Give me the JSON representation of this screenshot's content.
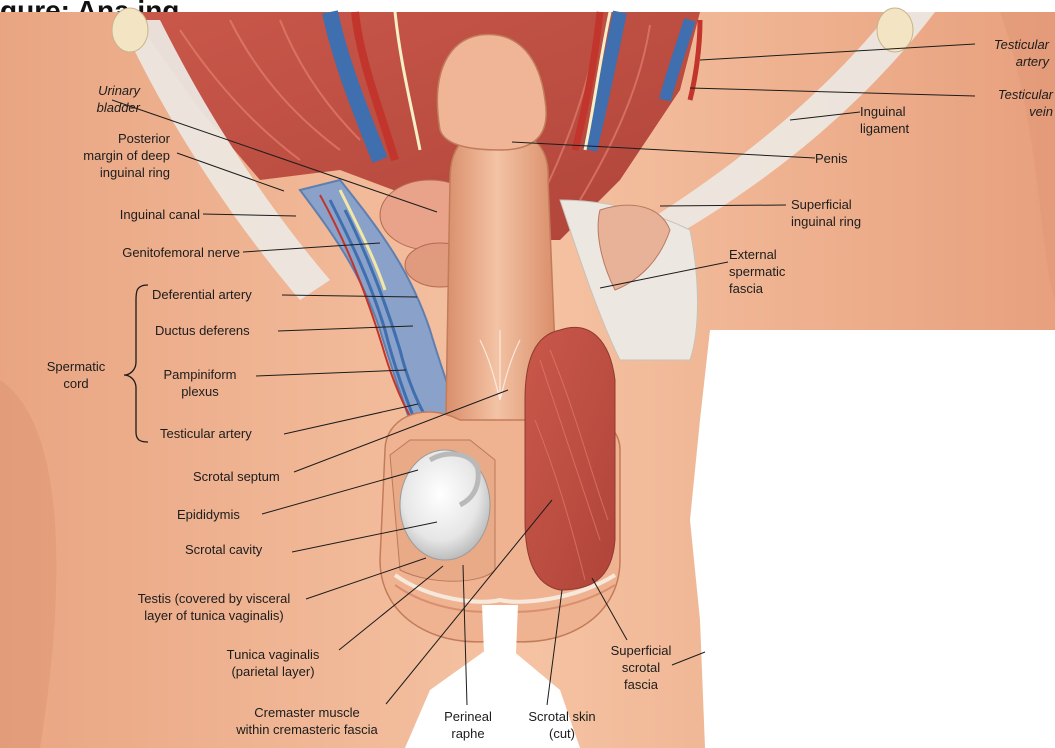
{
  "header": {
    "title_fragment": "gure: Ana ing"
  },
  "labels": {
    "testicular_artery_top": "Testicular\nartery",
    "testicular_vein": "Testicular\nvein",
    "inguinal_ligament": "Inguinal\nligament",
    "penis": "Penis",
    "superficial_inguinal_ring": "Superficial\ninguinal ring",
    "external_spermatic_fascia": "External\nspermatic\nfascia",
    "urinary_bladder": "Urinary\nbladder",
    "posterior_margin": "Posterior\nmargin of deep\ninguinal ring",
    "inguinal_canal": "Inguinal canal",
    "genitofemoral_nerve": "Genitofemoral nerve",
    "deferential_artery": "Deferential artery",
    "ductus_deferens": "Ductus deferens",
    "spermatic_cord": "Spermatic\ncord",
    "pampiniform_plexus": "Pampiniform\nplexus",
    "testicular_artery_cord": "Testicular artery",
    "scrotal_septum": "Scrotal septum",
    "epididymis": "Epididymis",
    "scrotal_cavity": "Scrotal cavity",
    "testis": "Testis (covered by visceral\nlayer of tunica vaginalis)",
    "tunica_vaginalis": "Tunica vaginalis\n(parietal layer)",
    "cremaster_muscle": "Cremaster muscle\nwithin cremasteric fascia",
    "perineal_raphe": "Perineal\nraphe",
    "scrotal_skin": "Scrotal skin\n(cut)",
    "superficial_scrotal_fascia": "Superficial\nscrotal\nfascia"
  },
  "colors": {
    "skin": "#f0b48e",
    "skin_shadow": "#d98a63",
    "muscle": "#c9584a",
    "vein": "#3f6fae",
    "artery": "#c2352c",
    "fascia": "#e9e4de",
    "testis": "#efefef"
  }
}
